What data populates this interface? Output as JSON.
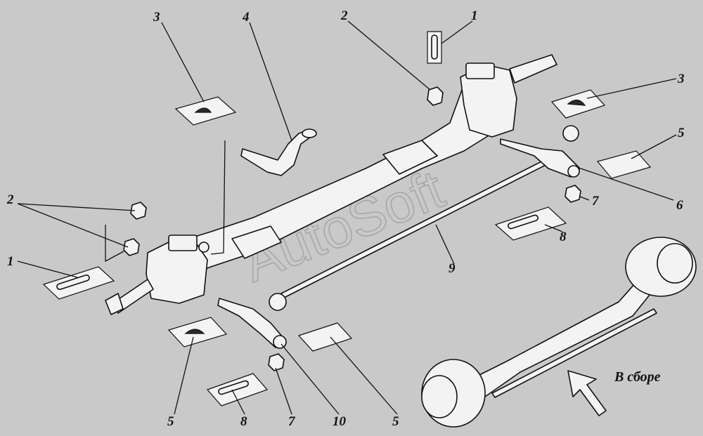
{
  "watermark": "AutoSoft",
  "caption": "В сборе",
  "labels": {
    "top_3": "3",
    "top_4": "4",
    "top_2": "2",
    "top_1": "1",
    "right_3": "3",
    "right_5": "5",
    "right_6": "6",
    "right_7": "7",
    "right_8": "8",
    "left_2": "2",
    "left_1": "1",
    "mid_9": "9",
    "bottom_5a": "5",
    "bottom_8": "8",
    "bottom_7": "7",
    "bottom_10": "10",
    "bottom_5b": "5"
  },
  "icons": {
    "direction_arrow": "outline-arrow-up-left"
  }
}
